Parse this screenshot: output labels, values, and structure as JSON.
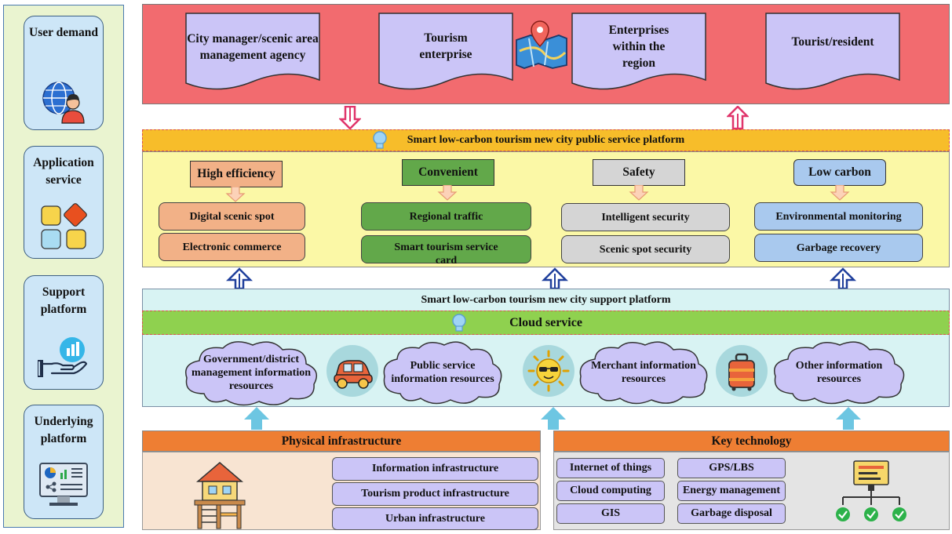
{
  "layers": [
    {
      "label": "User demand",
      "icon": "user-globe-icon"
    },
    {
      "label": "Application service",
      "icon": "app-grid-icon"
    },
    {
      "label": "Support platform",
      "icon": "hand-chart-icon"
    },
    {
      "label": "Underlying platform",
      "icon": "monitor-dashboard-icon"
    }
  ],
  "stakeholders": [
    "City manager/scenic area management agency",
    "Tourism enterprise",
    "Enterprises within the region",
    "Tourist/resident"
  ],
  "service_platform": {
    "title": "Smart low-carbon tourism new city public service platform",
    "categories": [
      {
        "label": "High efficiency",
        "items": [
          "Digital scenic spot",
          "Electronic commerce"
        ]
      },
      {
        "label": "Convenient",
        "items": [
          "Regional traffic",
          "Smart tourism service card"
        ]
      },
      {
        "label": "Safety",
        "items": [
          "Intelligent security",
          "Scenic spot security"
        ]
      },
      {
        "label": "Low carbon",
        "items": [
          "Environmental monitoring",
          "Garbage recovery"
        ]
      }
    ]
  },
  "support_platform": {
    "title": "Smart low-carbon tourism new city support platform",
    "cloud_service": "Cloud service",
    "resources": [
      "Government/district management information resources",
      "Public service information resources",
      "Merchant information resources",
      "Other information resources"
    ]
  },
  "physical_infrastructure": {
    "title": "Physical infrastructure",
    "items": [
      "Information infrastructure",
      "Tourism product infrastructure",
      "Urban infrastructure"
    ]
  },
  "key_technology": {
    "title": "Key technology",
    "col1": [
      "Internet of things",
      "Cloud computing",
      "GIS"
    ],
    "col2": [
      "GPS/LBS",
      "Energy management",
      "Garbage disposal"
    ]
  },
  "colors": {
    "app_layer": "#f26b6f",
    "service_header": "#f7bd2a",
    "service_body": "#fbf8a6",
    "support_body": "#d8f3f3",
    "cloud_bar": "#8fd14f",
    "infra_header": "#ee7e33",
    "arrow_blue": "#1f3f9c",
    "arrow_pink": "#e0356b"
  }
}
